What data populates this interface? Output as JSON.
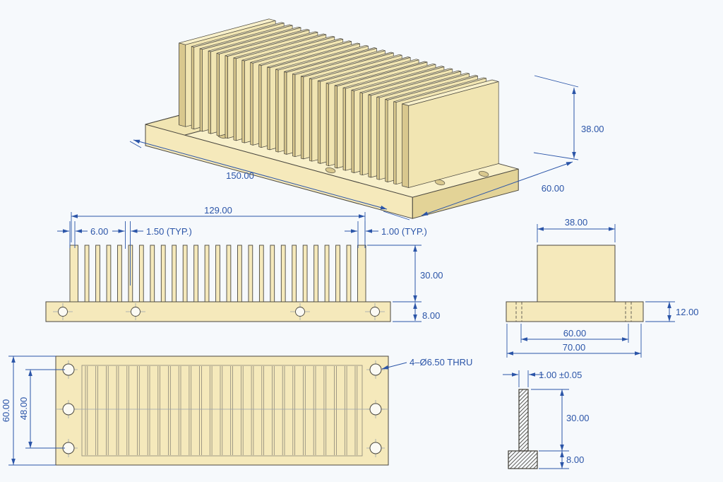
{
  "drawing_title": "finned heat sink multi-view technical drawing",
  "colors": {
    "background": "#f6f9fc",
    "dimension_accent": "#2b55a8",
    "part_fill": "#f5e9bb",
    "part_fill_light": "#f8f0ca",
    "part_fill_mid": "#f1e5b2",
    "part_fill_dark": "#d9c88e",
    "part_fill_end": "#e3d397",
    "outline": "#4a473f",
    "hole_fill": "#fbfaf4"
  },
  "iso_view": {
    "fin_count": 27,
    "dims": {
      "length": "150.00",
      "depth": "60.00",
      "height": "38.00"
    }
  },
  "front_view": {
    "fin_count": 27,
    "hole_count": 4,
    "dims": {
      "overall_width": "129.00",
      "end_offset": "6.00",
      "fin_gap": "1.50 (TYP.)",
      "fin_thickness": "1.00 (TYP.)",
      "fin_height": "30.00",
      "base_thickness": "8.00"
    }
  },
  "side_view": {
    "dims": {
      "block_width": "38.00",
      "hole_spacing": "60.00",
      "flange_width": "70.00",
      "flange_thickness": "12.00"
    }
  },
  "plan_view": {
    "fin_line_count": 27,
    "hole_count": 6,
    "hole_note": "4–Ø6.50 THRU",
    "dims": {
      "depth": "60.00",
      "hole_spacing": "48.00"
    }
  },
  "detail_view": {
    "dims": {
      "fin_thickness": "1.00 ±0.05",
      "fin_height": "30.00",
      "base_thickness": "8.00"
    }
  }
}
